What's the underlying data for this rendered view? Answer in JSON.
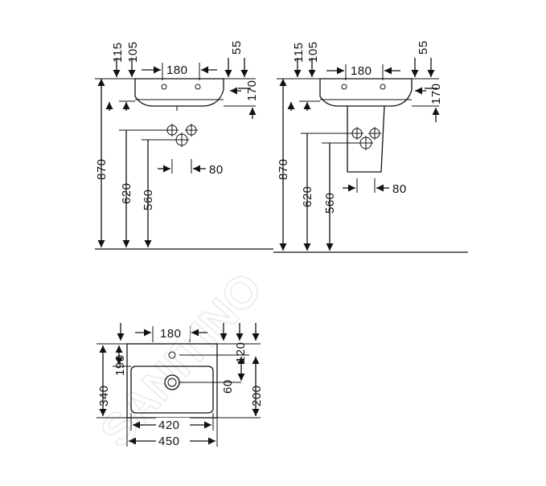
{
  "watermark": "SANITINO",
  "side_view_left": {
    "dims": {
      "d115": "115",
      "d105": "105",
      "d180": "180",
      "d55": "55",
      "d170": "170",
      "d870": "870",
      "d620": "620",
      "d560": "560",
      "d80": "80"
    }
  },
  "side_view_right": {
    "dims": {
      "d115": "115",
      "d105": "105",
      "d180": "180",
      "d55": "55",
      "d170": "170",
      "d870": "870",
      "d620": "620",
      "d560": "560",
      "d80": "80"
    }
  },
  "top_view": {
    "dims": {
      "d180": "180",
      "d120": "120",
      "d340": "340",
      "d190": "190",
      "d60": "60",
      "d200": "200",
      "d420": "420",
      "d450": "450"
    }
  }
}
